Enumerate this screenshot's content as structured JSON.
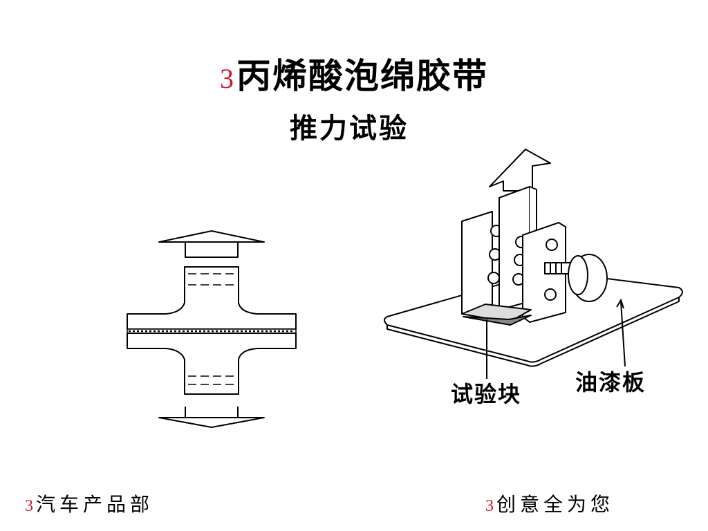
{
  "title": {
    "number": "3",
    "text": "丙烯酸泡绵胶带"
  },
  "subtitle": "推力试验",
  "labels": {
    "test_block": "试验块",
    "paint_panel": "油漆板"
  },
  "footer": {
    "left_number": "3",
    "left_text": "汽车产品部",
    "right_number": "3",
    "right_text": "创意全为您"
  },
  "colors": {
    "accent_number": "#d6122a",
    "ink": "#000000"
  }
}
